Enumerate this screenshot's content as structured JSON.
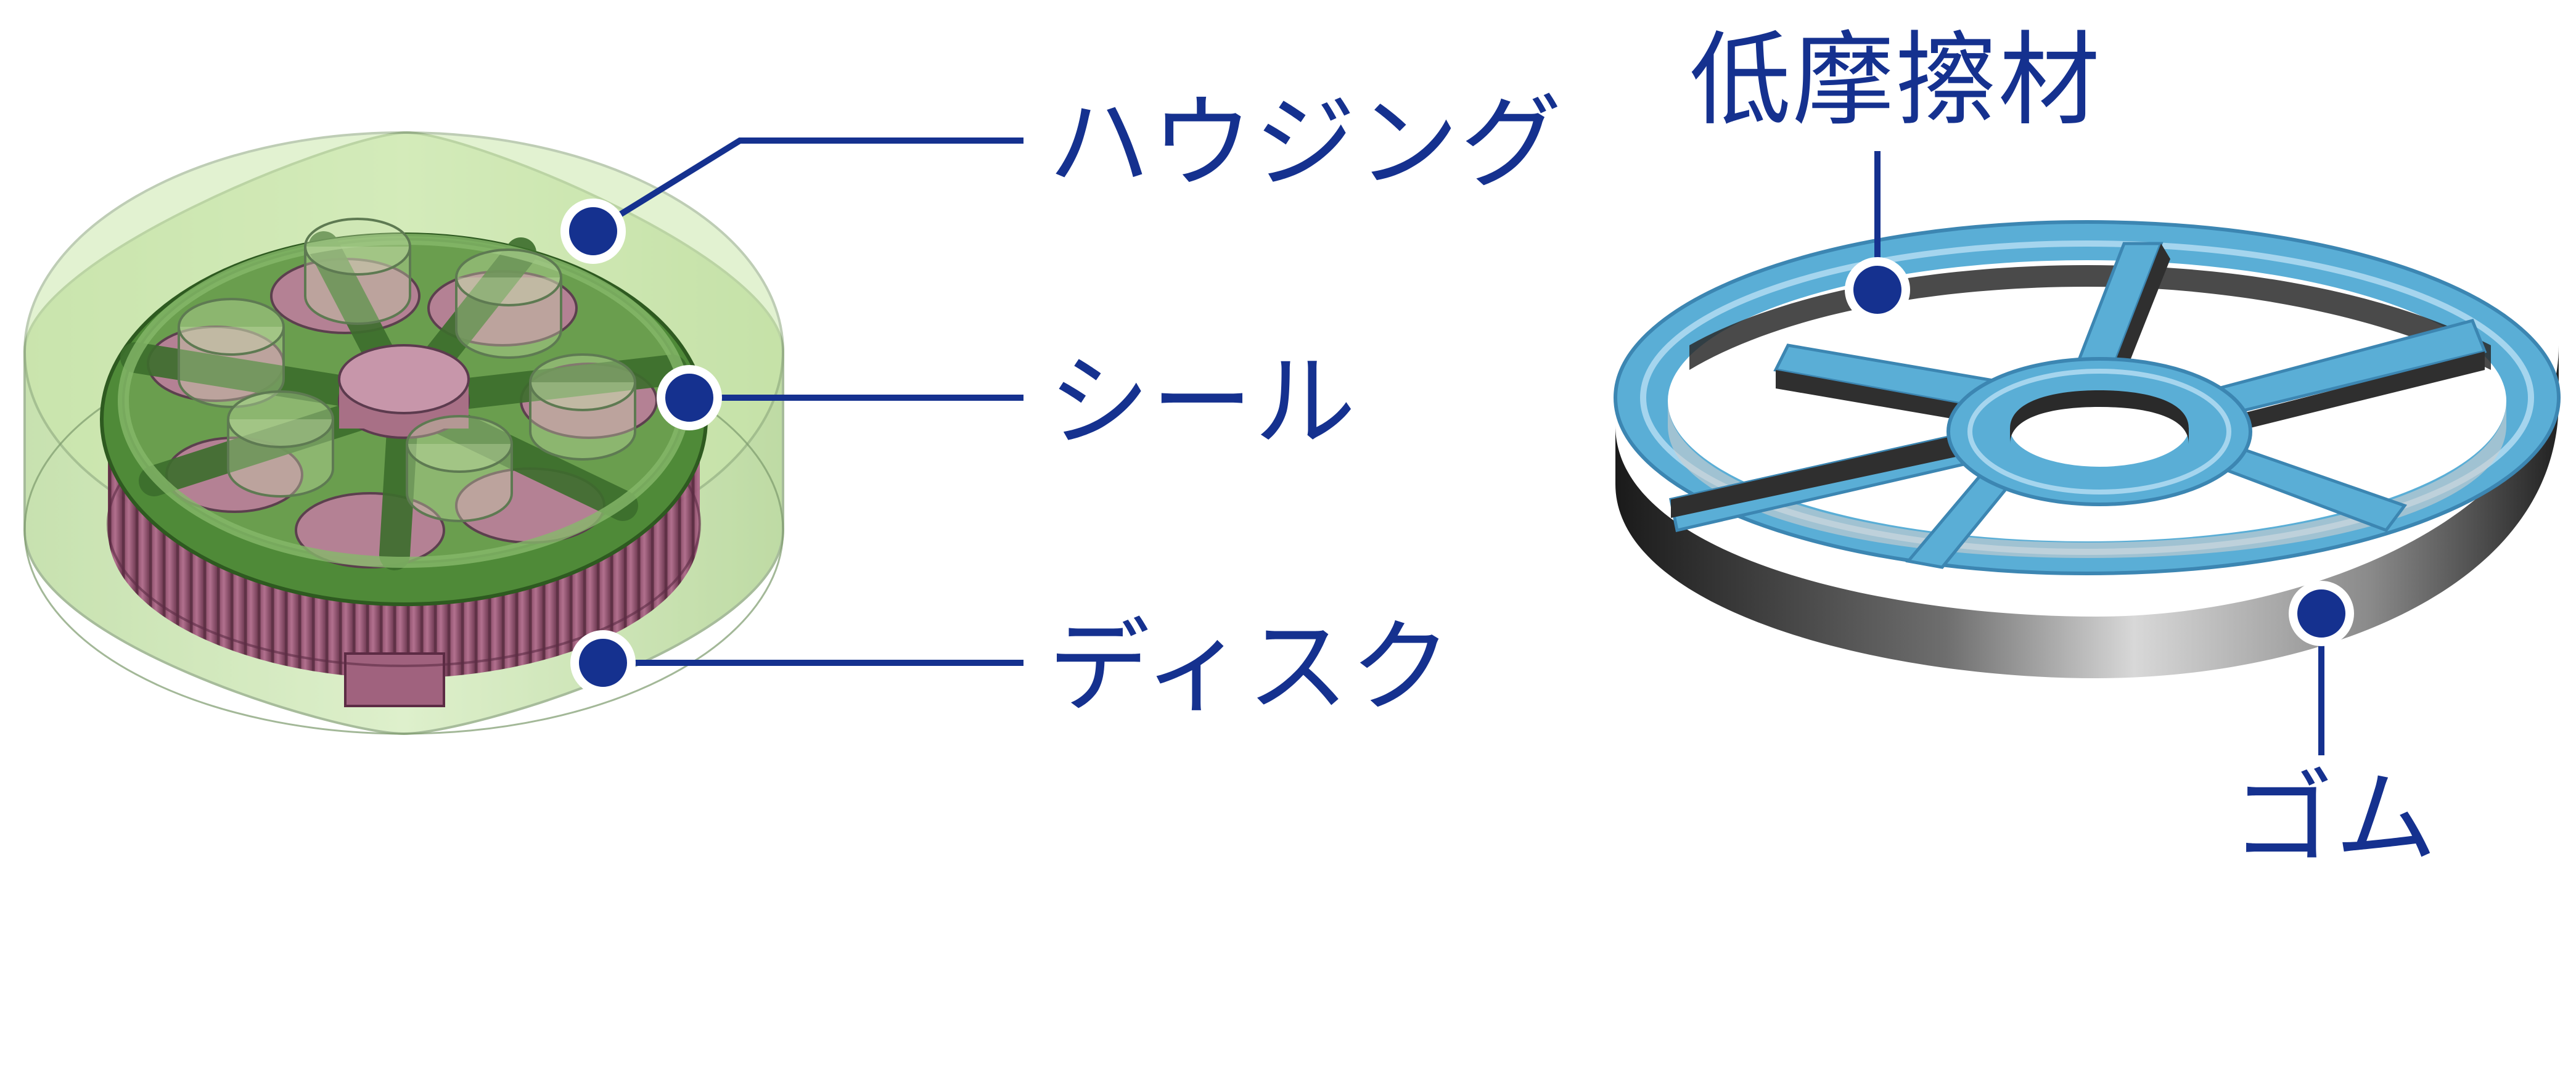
{
  "diagram": {
    "left_assembly": {
      "labels": {
        "housing": "ハウジング",
        "seal": "シール",
        "disc": "ディスク"
      }
    },
    "right_seal": {
      "labels": {
        "low_friction": "低摩擦材",
        "rubber": "ゴム"
      }
    }
  },
  "colors": {
    "callout": "#15318f",
    "housing_fill": "#c8e6a8",
    "seal_green": "#4f8a38",
    "disc_pink": "#a05a78",
    "seal_blue": "#5aaed6",
    "rubber_dark": "#2a2a2a"
  }
}
